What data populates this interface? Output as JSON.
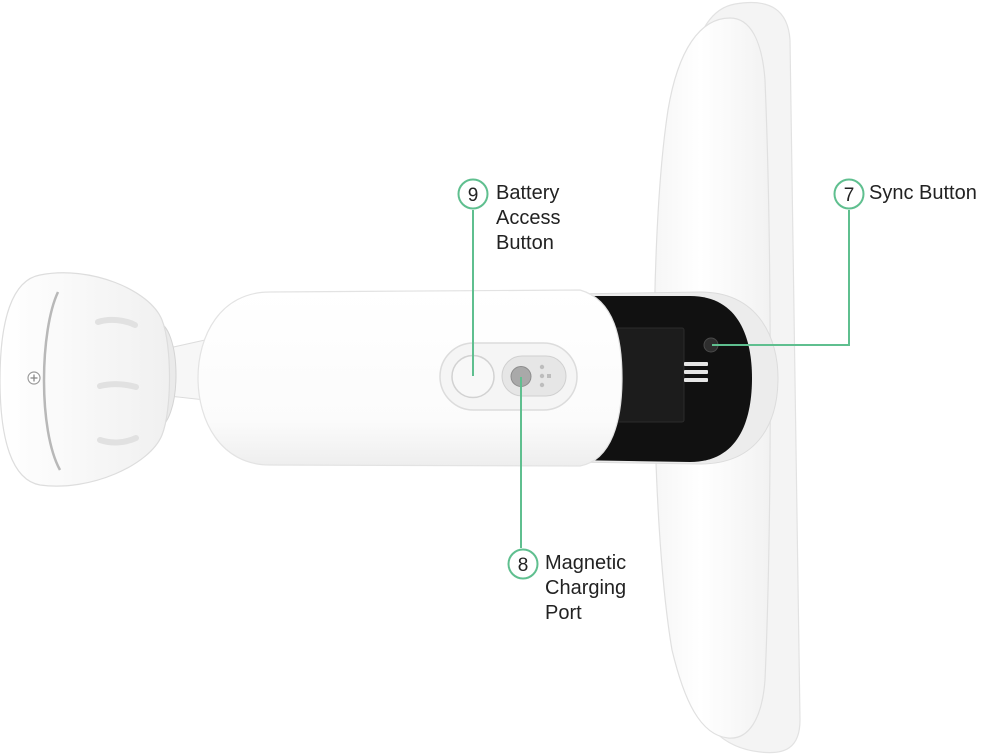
{
  "colors": {
    "accent_green": "#5fbf8f",
    "device_body": "#ffffff",
    "device_outline": "#e2e2e2",
    "device_shadow": "#ececec",
    "dark_module": "#111111",
    "text": "#222222"
  },
  "callouts": {
    "sync": {
      "number": "7",
      "label_lines": [
        "Sync Button"
      ]
    },
    "charging": {
      "number": "8",
      "label_lines": [
        "Magnetic",
        "Charging",
        "Port"
      ]
    },
    "battery": {
      "number": "9",
      "label_lines": [
        "Battery",
        "Access",
        "Button"
      ]
    }
  },
  "icons": {
    "mount_screw": "screw-icon",
    "contacts": "pogo-contacts-icon",
    "led_dots": "status-dots-icon"
  }
}
